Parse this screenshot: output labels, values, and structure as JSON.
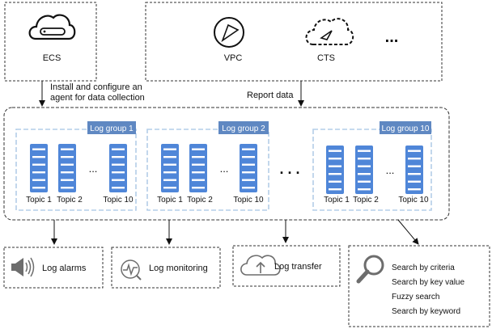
{
  "sources": {
    "ecs_label": "ECS",
    "vpc_label": "VPC",
    "cts_label": "CTS",
    "more_label": "..."
  },
  "flows": {
    "agent_line1": "Install and configure an",
    "agent_line2": "agent for data collection",
    "report_label": "Report data"
  },
  "log_groups": [
    {
      "title": "Log group 1",
      "topics": [
        "Topic 1",
        "Topic 2",
        "Topic 10"
      ],
      "ellipsis": "..."
    },
    {
      "title": "Log group 2",
      "topics": [
        "Topic 1",
        "Topic 2",
        "Topic 10"
      ],
      "ellipsis": "..."
    },
    {
      "title": "Log group 10",
      "topics": [
        "Topic 1",
        "Topic 2",
        "Topic 10"
      ],
      "ellipsis": "..."
    }
  ],
  "groups_ellipsis": ". . .",
  "features": {
    "alarms": "Log alarms",
    "monitoring": "Log monitoring",
    "transfer": "Log transfer",
    "search": [
      "Search by criteria",
      "Search by key value",
      "Fuzzy search",
      "Search by keyword"
    ]
  },
  "colors": {
    "accent": "#5b84bf",
    "group_header": "#5f88c2",
    "topic_block": "#4f86d8",
    "dash_group": "#b4cde8",
    "icon_gray": "#6d6d6d"
  }
}
